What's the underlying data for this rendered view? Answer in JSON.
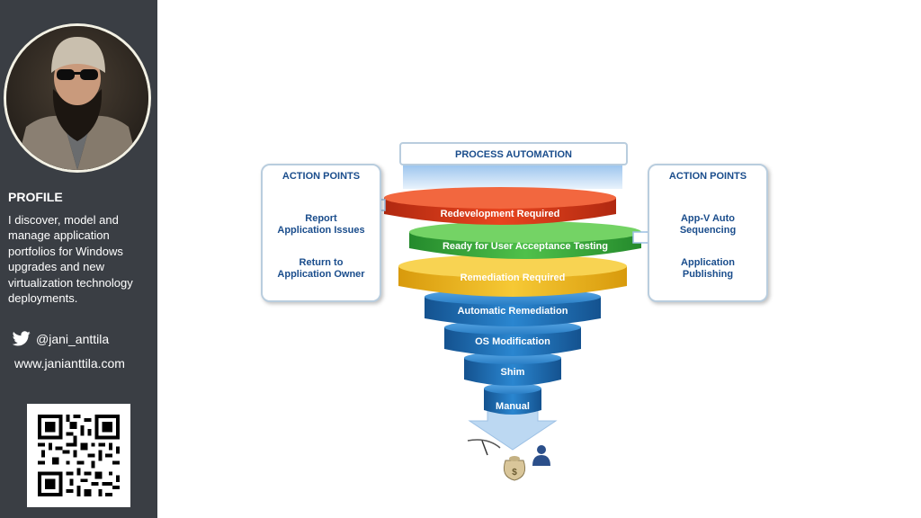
{
  "profile": {
    "title": "PROFILE",
    "description": "I discover, model and manage application portfolios for Windows upgrades and new virtualization technology deployments.",
    "twitter": "@jani_anttila",
    "website": "www.janianttila.com"
  },
  "diagram": {
    "process_title": "PROCESS AUTOMATION",
    "left_panel": {
      "title": "ACTION POINTS",
      "items": [
        "Report\nApplication Issues",
        "Return to\nApplication Owner"
      ]
    },
    "right_panel": {
      "title": "ACTION POINTS",
      "items": [
        "App-V Auto\nSequencing",
        "Application\nPublishing"
      ]
    },
    "layers": {
      "redevelopment": "Redevelopment Required",
      "uat": "Ready for User Acceptance Testing",
      "remediation": "Remediation Required",
      "automatic": "Automatic Remediation",
      "os_mod": "OS Modification",
      "shim": "Shim",
      "manual": "Manual"
    }
  },
  "colors": {
    "sidebar_bg": "#3a3e44",
    "label_blue": "#1a4d8c",
    "red_layer": "#d9361a",
    "green_layer": "#3aa83a",
    "yellow_layer": "#f0b81c",
    "blue_layer": "#1f6fb5"
  }
}
